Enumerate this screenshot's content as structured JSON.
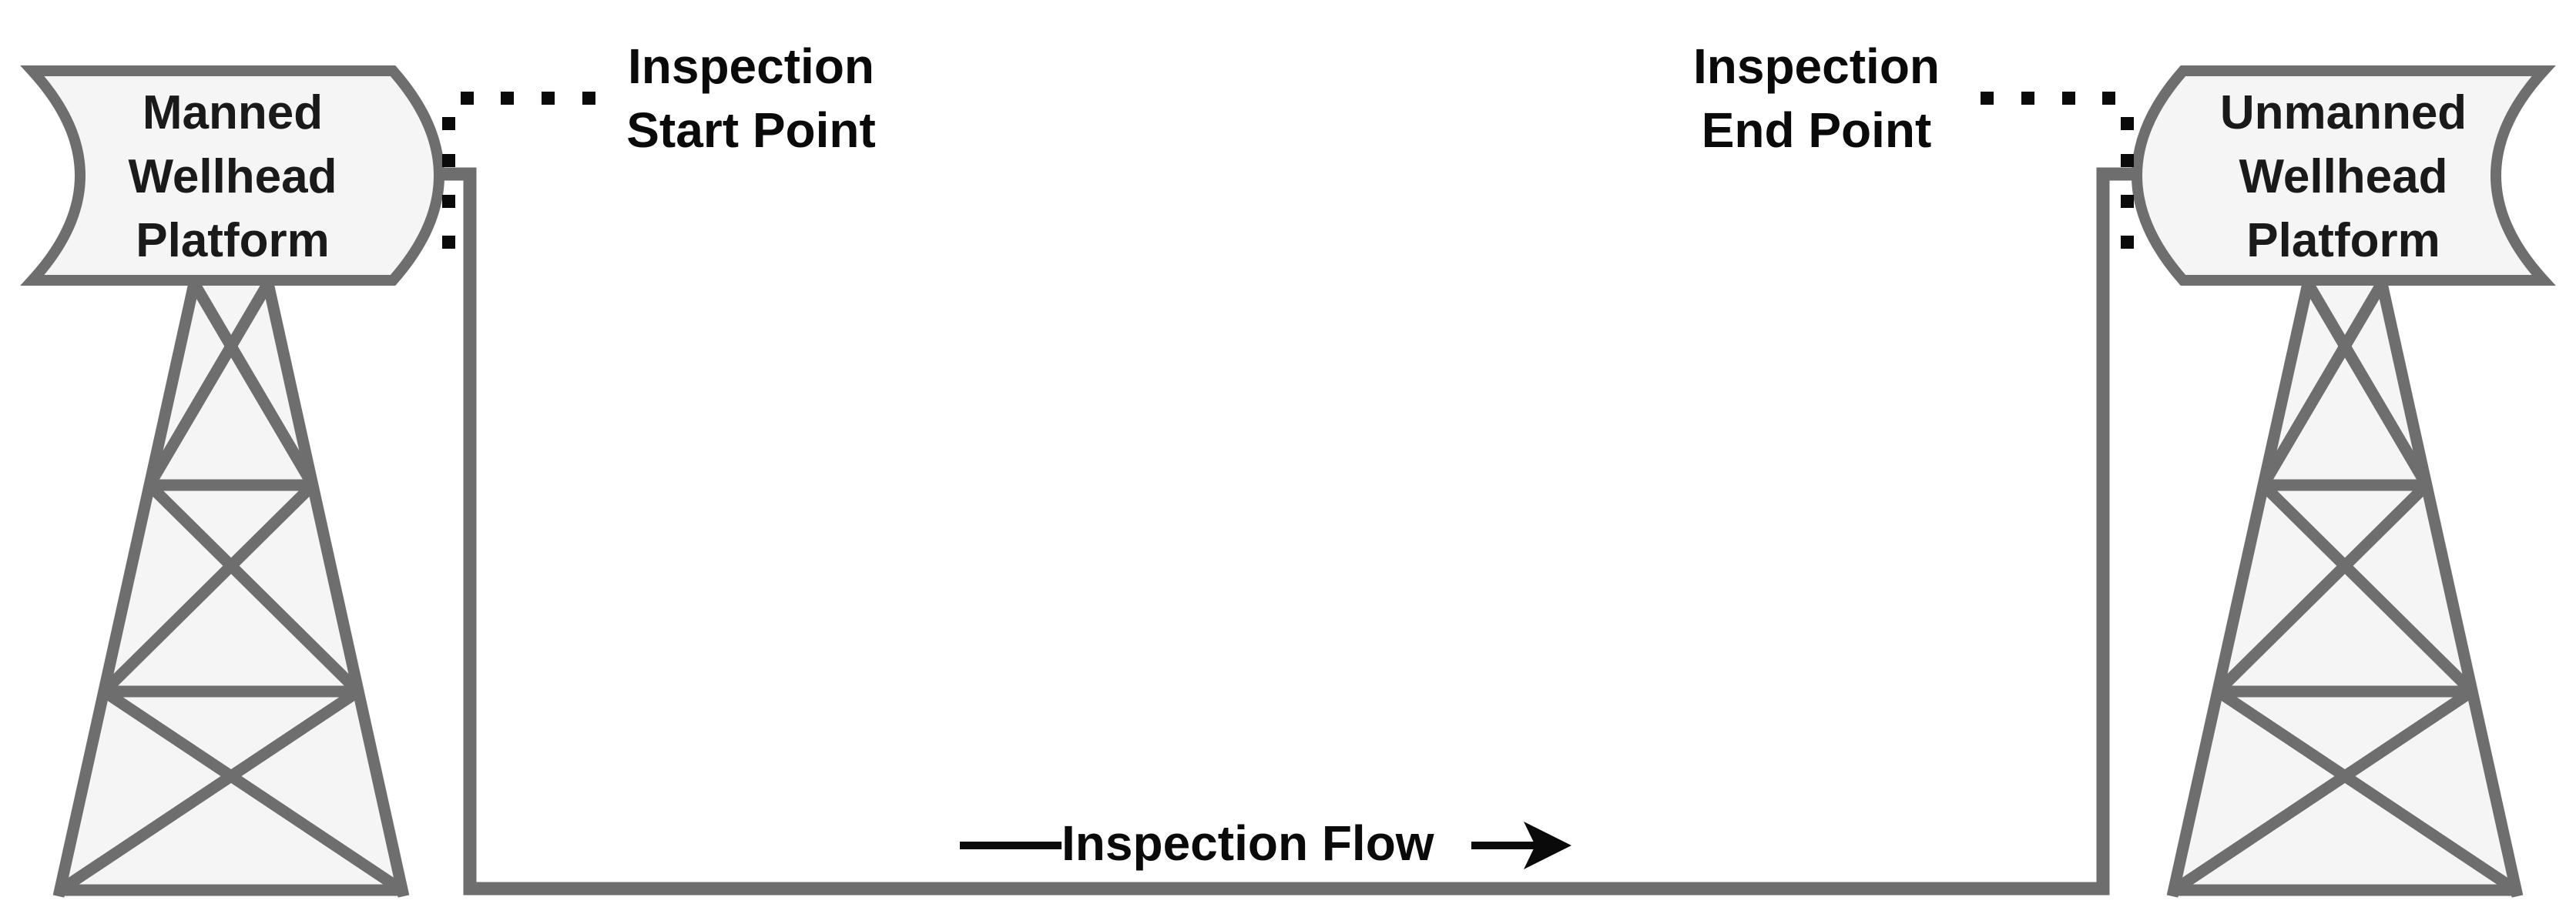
{
  "colors": {
    "line_gray": "#6e6e6e",
    "shape_fill": "#f5f5f5",
    "label_black": "#0a0a0a",
    "background": "#ffffff"
  },
  "left_platform": {
    "lines": [
      "Manned",
      "Wellhead",
      "Platform"
    ]
  },
  "right_platform": {
    "lines": [
      "Unmanned",
      "Wellhead",
      "Platform"
    ]
  },
  "labels": {
    "start": {
      "lines": [
        "Inspection",
        "Start Point"
      ]
    },
    "end": {
      "lines": [
        "Inspection",
        "End Point"
      ]
    },
    "flow": "Inspection Flow"
  },
  "icons": {
    "left_tower": "lattice-derrick",
    "right_tower": "lattice-derrick",
    "flow_arrow": "right-arrow",
    "connector_style": "dotted-square"
  }
}
